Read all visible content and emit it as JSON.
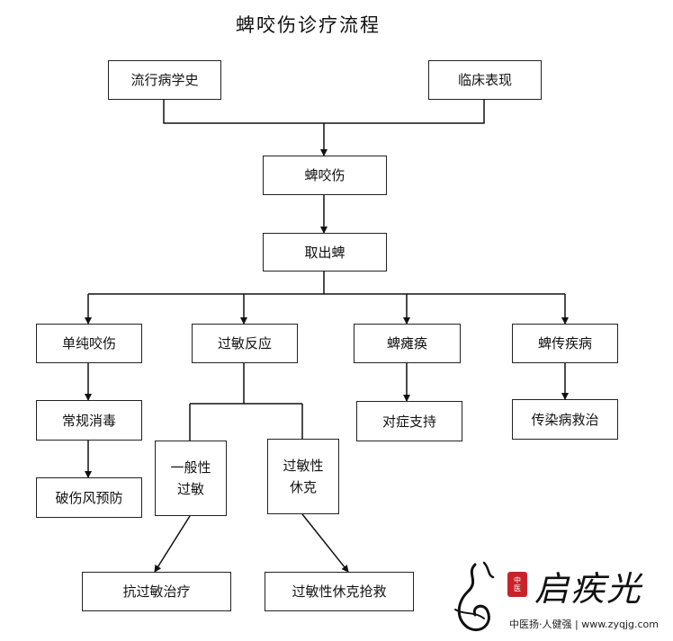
{
  "title": "蜱咬伤诊疗流程",
  "nodes": {
    "epidemiology": "流行病学史",
    "clinical": "临床表现",
    "bite": "蜱咬伤",
    "remove": "取出蜱",
    "simple_bite": "单纯咬伤",
    "allergic_reaction": "过敏反应",
    "paralysis": "蜱瘫痪",
    "tickborne": "蜱传疾病",
    "routine_disinfect": "常规消毒",
    "symptomatic": "对症支持",
    "infectious_treat": "传染病救治",
    "general_allergy_1": "一般性",
    "general_allergy_2": "过敏",
    "anaphylactic_1": "过敏性",
    "anaphylactic_2": "休克",
    "tetanus": "破伤风预防",
    "anti_allergy": "抗过敏治疗",
    "shock_rescue": "过敏性休克抢救"
  },
  "logo": {
    "brand": "启疾光",
    "seal_1": "中",
    "seal_2": "医",
    "subtitle": "中医扬·人健强 | www.zyqjg.com"
  }
}
